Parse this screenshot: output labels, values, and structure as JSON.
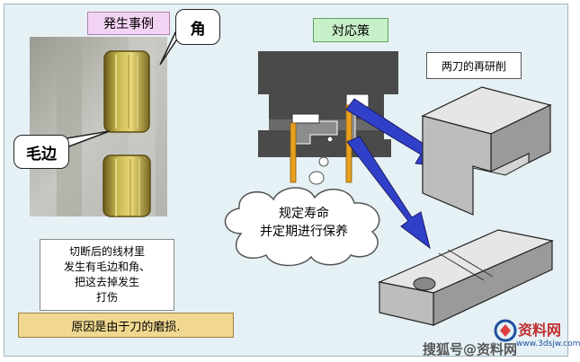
{
  "labels": {
    "occurrence": "発生事例",
    "corner": "角",
    "burr": "毛边",
    "countermeasure": "対応策",
    "regrind": "两刀的再研削",
    "cloud": [
      "规定寿命",
      "并定期进行保养"
    ],
    "explanation": [
      "切断后的线材里",
      "发生有毛边和角、",
      "把这去掉发生",
      "打伤"
    ],
    "cause": "原因是由于刀的磨损."
  },
  "watermark": {
    "site": "搜狐号@资料网",
    "logo_text": "资料网",
    "url": "www.3dsjw.com"
  },
  "colors": {
    "background": "#e6f1f5",
    "occurrence_fill": "#f3d3f3",
    "countermeasure_fill": "#c8f0c8",
    "cause_fill": "#f0d890",
    "arrow": "#3040c8",
    "pin": "#e8a020",
    "die": "#4a4a4a"
  },
  "icons": [
    "comment-callout-icon",
    "cloud-bubble-icon",
    "arrow-icon"
  ]
}
